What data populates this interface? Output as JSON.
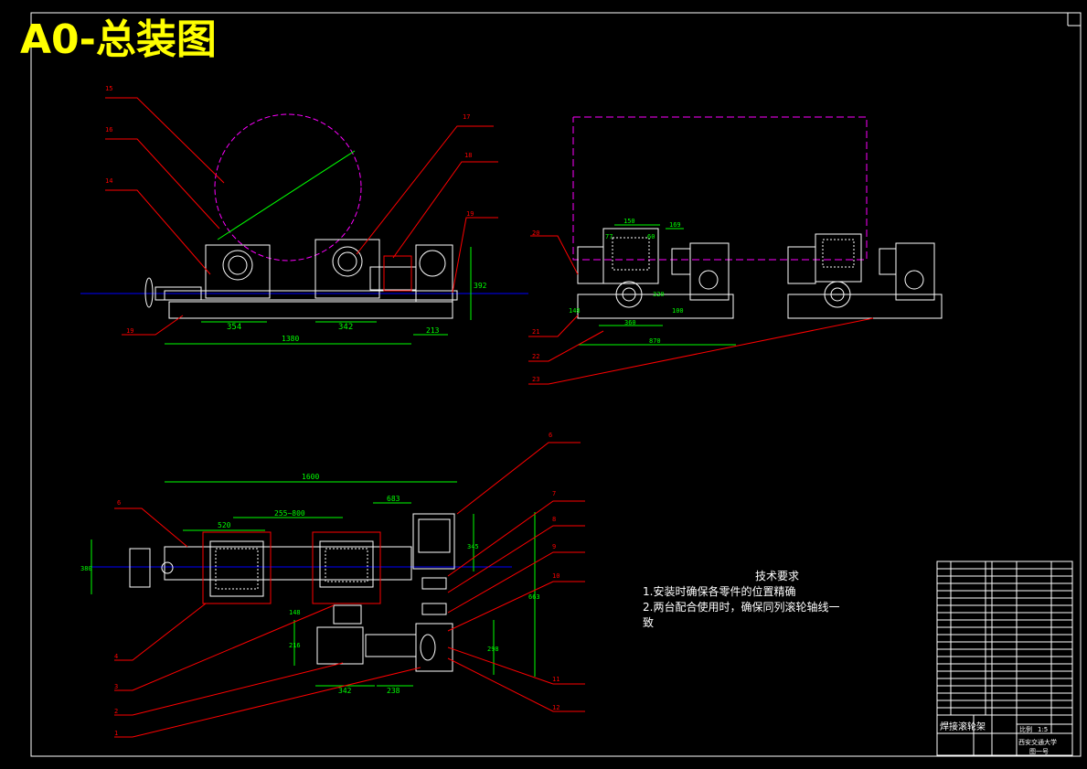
{
  "header": {
    "title": "A0-总装图"
  },
  "notes": {
    "heading": "技术要求",
    "line1": "1.安装时确保各零件的位置精确",
    "line2": "2.两台配合使用时，确保同列滚轮轴线一",
    "line3": "致"
  },
  "dimensions": {
    "front_354": "354",
    "front_342": "342",
    "front_1380": "1380",
    "front_213": "213",
    "front_392": "392",
    "side_150": "150",
    "side_77": "77",
    "side_60": "60",
    "side_169": "169",
    "side_148": "148",
    "side_360": "360",
    "side_870": "870",
    "side_320": "320",
    "side_100": "100",
    "top_1600": "1600",
    "top_520": "520",
    "top_255_800": "255~800",
    "top_683": "683",
    "top_380": "380",
    "top_345": "345",
    "top_148": "148",
    "top_216": "216",
    "top_342": "342",
    "top_238": "238",
    "top_298": "298",
    "top_663": "663"
  },
  "callouts": {
    "c15": "15",
    "c16": "16",
    "c14": "14",
    "c17": "17",
    "c18": "18",
    "c19": "19",
    "c19b": "19",
    "c20": "20",
    "c21": "21",
    "c22": "22",
    "c23": "23",
    "c6": "6",
    "c6b": "6",
    "c7": "7",
    "c8": "8",
    "c9": "9",
    "c10": "10",
    "c11": "11",
    "c12": "12",
    "c4": "4",
    "c3": "3",
    "c2": "2",
    "c1": "1"
  },
  "title_block": {
    "name1": "焊接滚轮架",
    "scale_label": "比例",
    "scale": "1:5",
    "school": "西安交通大学",
    "sheet": "图一号"
  },
  "colors": {
    "frame": "#ffffff",
    "title": "#ffff00",
    "leader": "#ff0000",
    "dimension": "#00ff00",
    "centerline": "#0000ff",
    "workpiece": "#ff00ff"
  }
}
